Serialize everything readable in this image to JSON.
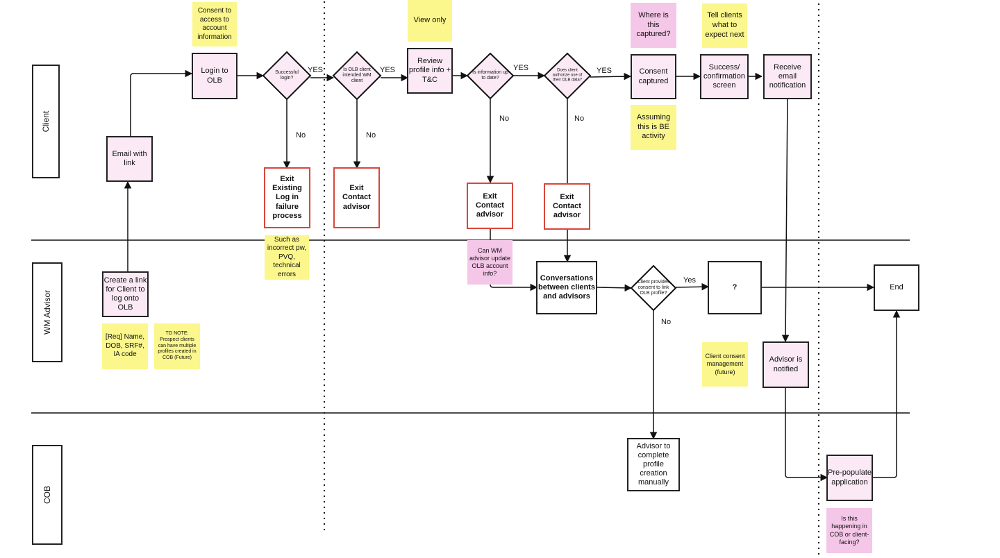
{
  "lanes": {
    "client": "Client",
    "advisor": "WM Advisor",
    "cob": "COB"
  },
  "nodes": {
    "email_link": "Email with link",
    "login_olb": "Login to OLB",
    "review_profile": "Review profile info + T&C",
    "consent_captured": "Consent captured",
    "success_screen": "Success/ confirmation screen",
    "receive_email": "Receive email notification",
    "create_link": "Create a link for Client to log onto OLB",
    "conversations": "Conversations between clients and advisors",
    "unknown": "?",
    "end": "End",
    "advisor_notified": "Advisor is notified",
    "advisor_complete": "Advisor to complete profile creation manually",
    "prepopulate": "Pre-populate application"
  },
  "decisions": {
    "successful_login": "Successful login?",
    "intended_client": "Is OLB client intended WM client",
    "info_up_to_date": "Is information up to date?",
    "authorize_use": "Does client authorize use of their OLB data?",
    "provides_consent": "Client provides consent to link OLB profile?"
  },
  "exits": {
    "login_failure": "Exit Existing Log in failure process",
    "contact_1": "Exit Contact advisor",
    "contact_2": "Exit Contact advisor",
    "contact_3": "Exit Contact advisor"
  },
  "notes": {
    "consent_access": "Consent to access to account information",
    "view_only": "View only",
    "where_captured": "Where is this captured?",
    "tell_clients": "Tell clients what to expect next",
    "assuming_be": "Assuming this is BE activity",
    "such_as": "Such as incorrect pw, PVQ, technical errors",
    "can_advisor_update": "Can WM advisor update OLB account info?",
    "req_fields": "[Req] Name, DOB, SRF#, IA code",
    "to_note": "TO NOTE: Prospect clients can have multiple profiles created in COB (Future)",
    "consent_mgmt": "Client consent management (future)",
    "cob_or_client": "Is this happening in COB or client-facing?"
  },
  "edge_labels": {
    "yes_1": "YES",
    "yes_2": "YES",
    "yes_3": "YES",
    "yes_4": "YES",
    "yes_5": "Yes",
    "no_1": "No",
    "no_2": "No",
    "no_3": "No",
    "no_4": "No",
    "no_5": "No"
  },
  "colors": {
    "process_fill": "#fbeaf6",
    "exit_border": "#d9463b",
    "sticky_yellow": "#fbf78c",
    "sticky_pink": "#f4c6e7"
  }
}
